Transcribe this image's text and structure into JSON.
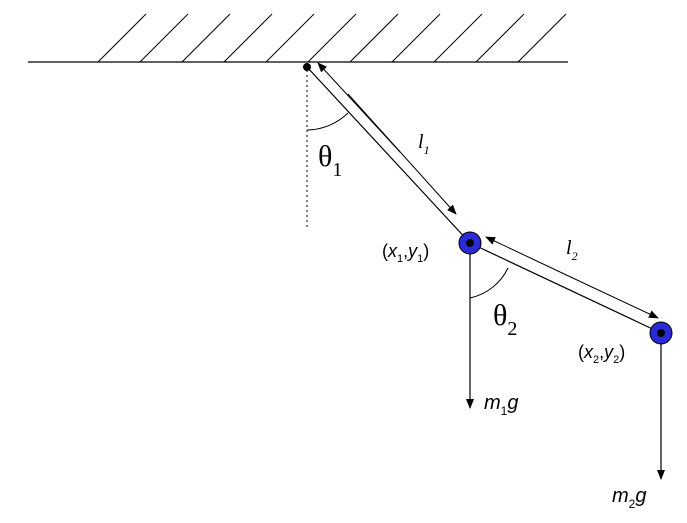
{
  "labels": {
    "theta1": {
      "base": "θ",
      "sub": "1"
    },
    "theta2": {
      "base": "θ",
      "sub": "2"
    },
    "l1": {
      "base": "l",
      "sub": "1"
    },
    "l2": {
      "base": "l",
      "sub": "2"
    },
    "pos1": {
      "open": "(",
      "x": "x",
      "xsub": "1",
      "comma": ",",
      "y": "y",
      "ysub": "1",
      "close": ")"
    },
    "pos2": {
      "open": "(",
      "x": "x",
      "xsub": "2",
      "comma": ",",
      "y": "y",
      "ysub": "2",
      "close": ")"
    },
    "force1": {
      "m": "m",
      "sub": "1",
      "g": "g"
    },
    "force2": {
      "m": "m",
      "sub": "2",
      "g": "g"
    }
  },
  "colors": {
    "bob": "#2a2ad6",
    "line": "#000000",
    "background": "#ffffff"
  }
}
